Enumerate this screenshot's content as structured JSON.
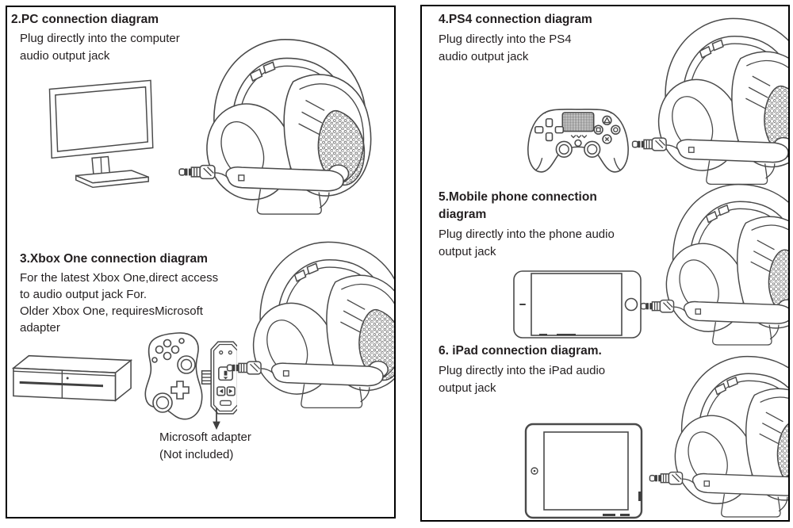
{
  "colors": {
    "background": "#ffffff",
    "panel_border": "#000000",
    "text": "#231f20",
    "line_art": "#4a4a4a"
  },
  "left_panel": {
    "section_pc": {
      "title": "2.PC connection diagram",
      "body_line1": "Plug directly into the computer",
      "body_line2": "audio output jack"
    },
    "section_xbox": {
      "title": "3.Xbox One connection diagram",
      "body_line1": "For the latest Xbox One,direct access",
      "body_line2": "to audio output jack For.",
      "body_line3": "Older Xbox One, requiresMicrosoft",
      "body_line4": "adapter",
      "caption_line1": "Microsoft adapter",
      "caption_line2": "(Not included)"
    }
  },
  "right_panel": {
    "section_ps4": {
      "title": "4.PS4 connection diagram",
      "body_line1": "Plug directly into the PS4",
      "body_line2": "audio output jack"
    },
    "section_mobile": {
      "title_line1": "5.Mobile phone connection",
      "title_line2": "diagram",
      "body_line1": "Plug directly into the phone audio",
      "body_line2": "output jack"
    },
    "section_ipad": {
      "title": "6. iPad connection diagram.",
      "body_line1": "Plug directly into the iPad audio",
      "body_line2": "output jack"
    }
  },
  "illustrations": {
    "monitor": "pc-monitor-illustration",
    "headset": "gaming-headset-with-plug-illustration",
    "xbox_console": "xbox-one-console-illustration",
    "xbox_controller": "xbox-one-controller-illustration",
    "microsoft_adapter": "microsoft-adapter-illustration",
    "ps4_controller": "ps4-controller-illustration",
    "mobile_phone": "mobile-phone-illustration",
    "ipad": "ipad-illustration",
    "down_arrow": "down-arrow-icon",
    "audio_plug": "audio-plug-icon"
  }
}
